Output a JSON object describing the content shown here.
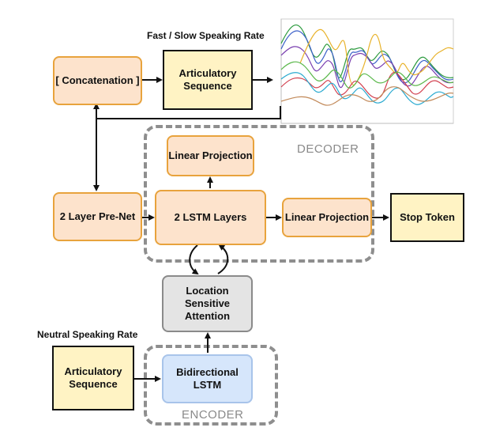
{
  "captions": {
    "top_rate": "Fast / Slow Speaking Rate",
    "neutral_rate": "Neutral Speaking Rate"
  },
  "groups": {
    "decoder": "DECODER",
    "encoder": "ENCODER"
  },
  "boxes": {
    "concatenation": "[ Concatenation ]",
    "articulatory_top": "Articulatory Sequence",
    "linear_projection_top": "Linear Projection",
    "prenet": "2 Layer Pre-Net",
    "lstm_layers": "2 LSTM Layers",
    "linear_projection_right": "Linear Projection",
    "stop_token": "Stop Token",
    "attention": "Location Sensitive Attention",
    "bilstm": "Bidirectional LSTM",
    "articulatory_bottom": "Articulatory Sequence"
  },
  "colors": {
    "orange_fill": "#fde3cc",
    "orange_border": "#e8a33d",
    "yellow_fill": "#fff3c4",
    "gray_fill": "#e4e4e4",
    "blue_fill": "#d6e6fb",
    "dashed_border": "#8e8e8e",
    "plot_lines": [
      "#e8b22a",
      "#2b9a3d",
      "#3a5fc8",
      "#7a3fb0",
      "#d2404f",
      "#2aaad0",
      "#c28a5a",
      "#5ab84a"
    ]
  },
  "icons": {
    "trajectory_plot": "articulatory-trajectory-plot"
  }
}
